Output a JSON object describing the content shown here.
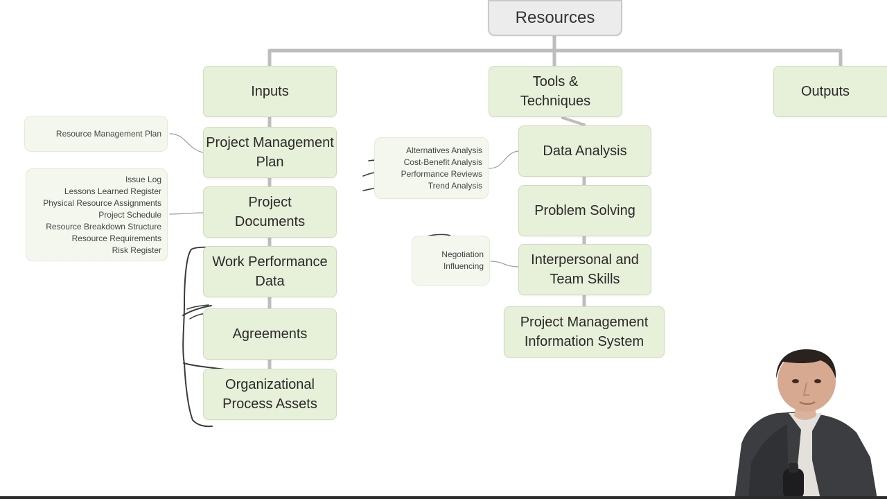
{
  "root": {
    "label": "Resources"
  },
  "columns": {
    "inputs": {
      "label": "Inputs"
    },
    "tools": {
      "label": "Tools & Techniques"
    },
    "outputs": {
      "label": "Outputs"
    }
  },
  "inputs": [
    {
      "label": "Project Management Plan"
    },
    {
      "label": "Project Documents"
    },
    {
      "label": "Work Performance Data"
    },
    {
      "label": "Agreements"
    },
    {
      "label": "Organizational Process Assets"
    }
  ],
  "tools": [
    {
      "label": "Data Analysis"
    },
    {
      "label": "Problem Solving"
    },
    {
      "label": "Interpersonal and Team Skills"
    },
    {
      "label": "Project Management Information System"
    }
  ],
  "notes": {
    "pm_plan": [
      "Resource Management Plan"
    ],
    "project_documents": [
      "Issue Log",
      "Lessons Learned Register",
      "Physical Resource Assignments",
      "Project Schedule",
      "Resource Breakdown Structure",
      "Resource Requirements",
      "Risk Register"
    ],
    "data_analysis": [
      "Alternatives Analysis",
      "Cost-Benefit Analysis",
      "Performance Reviews",
      "Trend Analysis"
    ],
    "interpersonal": [
      "Negotiation",
      "Influencing"
    ]
  },
  "colors": {
    "node_fill": "#e7f0d9",
    "node_border": "#cfdcbc",
    "connector": "#bdbdbd",
    "root_fill": "#ececec",
    "annotation_ink": "#3a3a3a"
  }
}
